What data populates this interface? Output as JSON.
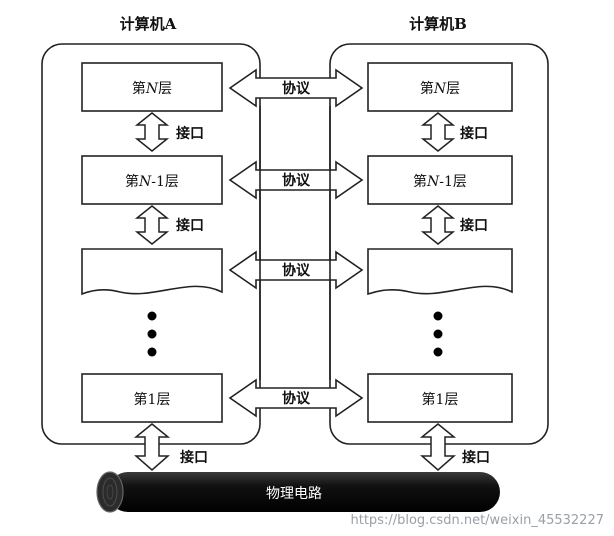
{
  "computer_a": {
    "title": "计算机A",
    "layers": {
      "n": {
        "prefix": "第",
        "var": "N",
        "suffix": "层"
      },
      "n_minus_1": {
        "prefix": "第",
        "var": "N",
        "suffix": "-1层"
      },
      "one": "第1层"
    }
  },
  "computer_b": {
    "title": "计算机B",
    "layers": {
      "n": {
        "prefix": "第",
        "var": "N",
        "suffix": "层"
      },
      "n_minus_1": {
        "prefix": "第",
        "var": "N",
        "suffix": "-1层"
      },
      "one": "第1层"
    }
  },
  "interface_label": "接口",
  "protocol_label": "协议",
  "physical_medium": "物理电路",
  "watermark": "https://blog.csdn.net/weixin_45532227"
}
